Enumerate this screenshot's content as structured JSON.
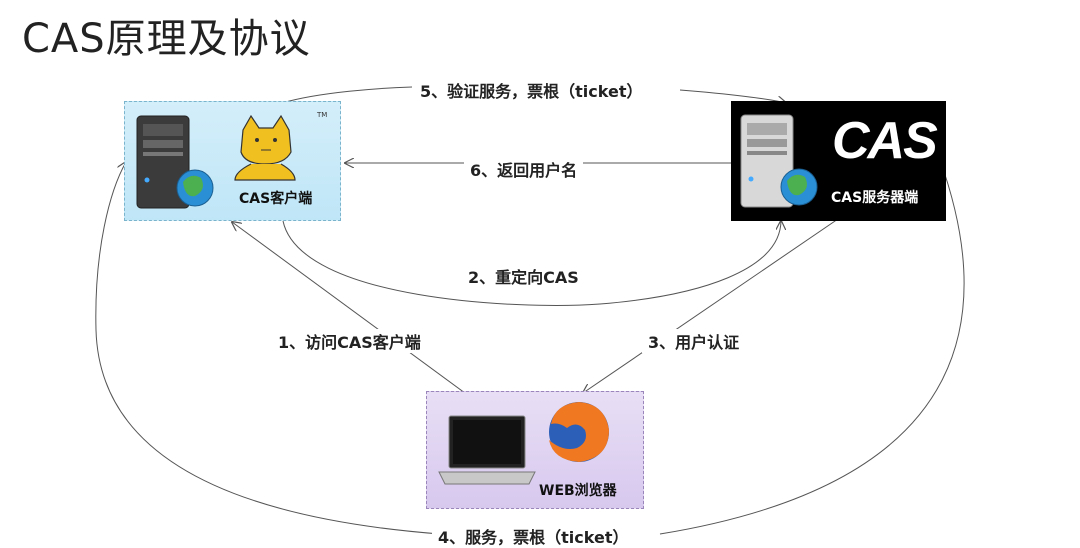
{
  "title": "CAS原理及协议",
  "nodes": {
    "client": {
      "label": "CAS客户端"
    },
    "server": {
      "label": "CAS服务器端",
      "logo_text": "CAS"
    },
    "browser": {
      "label": "WEB浏览器"
    }
  },
  "steps": [
    {
      "label": "1、访问CAS客户端"
    },
    {
      "label": "2、重定向CAS"
    },
    {
      "label": "3、用户认证"
    },
    {
      "label": "4、服务，票根（ticket）"
    },
    {
      "label": "5、验证服务，票根（ticket）"
    },
    {
      "label": "6、返回用户名"
    }
  ],
  "colors": {
    "client_bg": "#c8eaf9",
    "server_bg": "#000000",
    "browser_bg": "#ddd0f0",
    "arrow": "#555555"
  },
  "icons": [
    "server-icon",
    "globe-icon",
    "tomcat-icon",
    "laptop-icon",
    "firefox-icon"
  ]
}
